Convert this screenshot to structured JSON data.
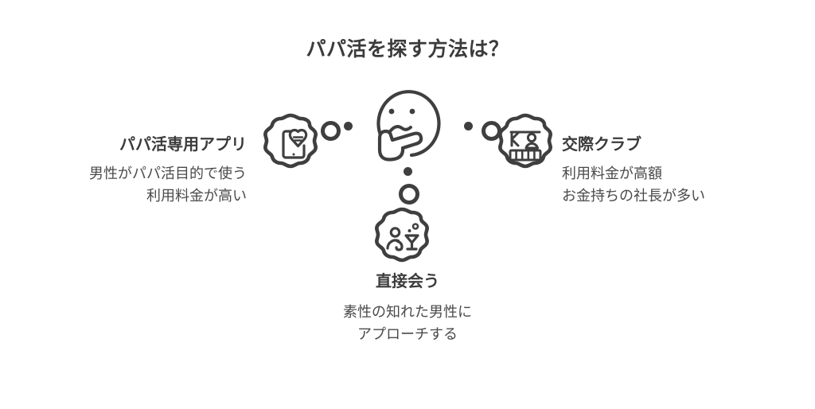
{
  "page": {
    "title": "パパ活を探す方法は？",
    "background_color": "#ffffff",
    "ink_color": "#3f3f3f",
    "heading_color": "#3b3b3b"
  },
  "center": {
    "icon_name": "thinking-face-icon",
    "meaning": "thinking person deciding how to find sugar dating"
  },
  "options": [
    {
      "id": "app",
      "label": "パパ活専用アプリ",
      "desc_line1": "男性がパパ活目的で使う",
      "desc_line2": "利用料金が高い",
      "icon_name": "smartphone-heart-icon",
      "position": "left"
    },
    {
      "id": "club",
      "label": "交際クラブ",
      "desc_line1": "利用料金が高額",
      "desc_line2": "お金持ちの社長が多い",
      "icon_name": "club-counter-person-icon",
      "position": "right"
    },
    {
      "id": "meet",
      "label": "直接会う",
      "desc_line1": "素性の知れた男性に",
      "desc_line2": "アプローチする",
      "icon_name": "person-cocktail-icon",
      "position": "bottom"
    }
  ],
  "connectors": {
    "left": [
      "thought-bubble-ring",
      "thought-bubble-dot"
    ],
    "right": [
      "thought-bubble-dot",
      "thought-bubble-ring"
    ],
    "bottom": [
      "thought-bubble-dot",
      "thought-bubble-ring"
    ]
  }
}
